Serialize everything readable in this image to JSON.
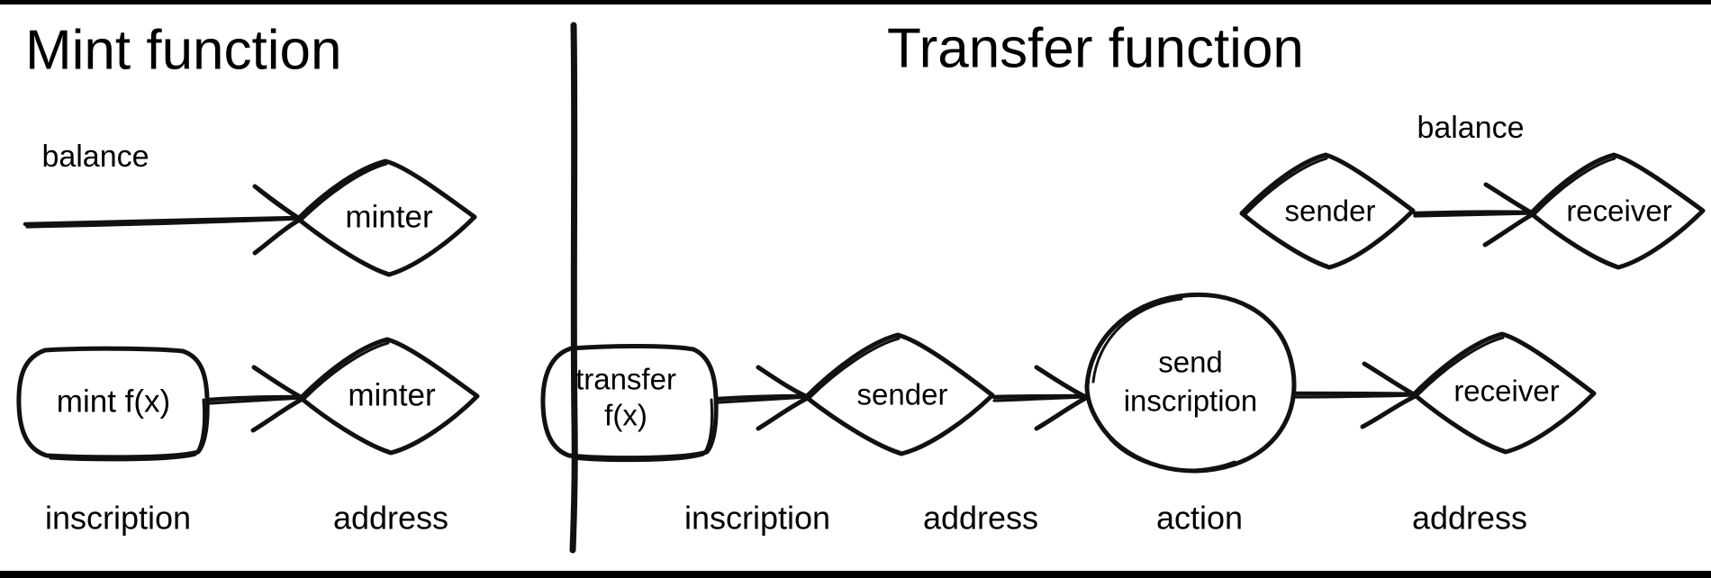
{
  "diagram": {
    "kind": "hand-drawn-er-style-flow",
    "background": "#ffffff",
    "ink": "#111111",
    "panels": [
      {
        "id": "mint",
        "title": "Mint function",
        "rows": [
          {
            "id": "balance-row",
            "edge_label": "balance",
            "nodes": [
              {
                "id": "minter-top",
                "shape": "diamond",
                "label": "minter"
              }
            ]
          },
          {
            "id": "mint-row",
            "nodes": [
              {
                "id": "mint-fx",
                "shape": "rounded-rect",
                "label": "mint f(x)",
                "type_label": "inscription"
              },
              {
                "id": "minter",
                "shape": "diamond",
                "label": "minter",
                "type_label": "address"
              }
            ]
          }
        ]
      },
      {
        "id": "transfer",
        "title": "Transfer function",
        "rows": [
          {
            "id": "balance-row",
            "edge_label": "balance",
            "nodes": [
              {
                "id": "sender-top",
                "shape": "diamond",
                "label": "sender"
              },
              {
                "id": "receiver-top",
                "shape": "diamond",
                "label": "receiver"
              }
            ]
          },
          {
            "id": "transfer-row",
            "nodes": [
              {
                "id": "transfer-fx",
                "shape": "rounded-rect",
                "label_line1": "transfer",
                "label_line2": "f(x)",
                "type_label": "inscription"
              },
              {
                "id": "sender",
                "shape": "diamond",
                "label": "sender",
                "type_label": "address"
              },
              {
                "id": "send-inscription",
                "shape": "ellipse",
                "label_line1": "send",
                "label_line2": "inscription",
                "type_label": "action"
              },
              {
                "id": "receiver",
                "shape": "diamond",
                "label": "receiver",
                "type_label": "address"
              }
            ]
          }
        ]
      }
    ],
    "divider": {
      "present": true,
      "orientation": "vertical"
    },
    "frame": {
      "top_rule": true,
      "bottom_rule": true,
      "color": "#000000"
    }
  }
}
